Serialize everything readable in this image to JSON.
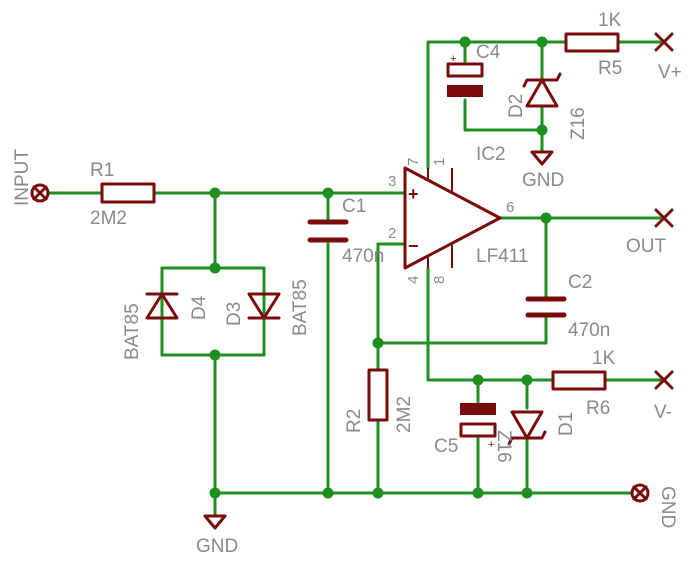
{
  "ports": {
    "input": "INPUT",
    "vplus": "V+",
    "vminus": "V-",
    "out": "OUT",
    "gnd_right": "GND"
  },
  "gnd_symbols": {
    "bottom": "GND",
    "top": "GND"
  },
  "components": {
    "r1": {
      "name": "R1",
      "value": "2M2"
    },
    "r2": {
      "name": "R2",
      "value": "2M2"
    },
    "r5": {
      "name": "R5",
      "value": "1K"
    },
    "r6": {
      "name": "R6",
      "value": "1K"
    },
    "c1": {
      "name": "C1",
      "value": "470n"
    },
    "c2": {
      "name": "C2",
      "value": "470n"
    },
    "c4": {
      "name": "C4"
    },
    "c5": {
      "name": "C5"
    },
    "d1": {
      "name": "D1",
      "value": "Z16"
    },
    "d2": {
      "name": "D2",
      "value": "Z16"
    },
    "d3": {
      "name": "D3",
      "value": "BAT85"
    },
    "d4": {
      "name": "D4",
      "value": "BAT85"
    },
    "ic2": {
      "name": "IC2",
      "value": "LF411"
    }
  },
  "opamp_pins": {
    "p1": "1",
    "p2": "2",
    "p3": "3",
    "p4": "4",
    "p6": "6",
    "p7": "7",
    "p8": "8",
    "plus": "+",
    "minus": "−"
  },
  "colors": {
    "wire": "#1f8f1f",
    "symbol": "#7a0b0b",
    "text": "#8a8a8a"
  }
}
